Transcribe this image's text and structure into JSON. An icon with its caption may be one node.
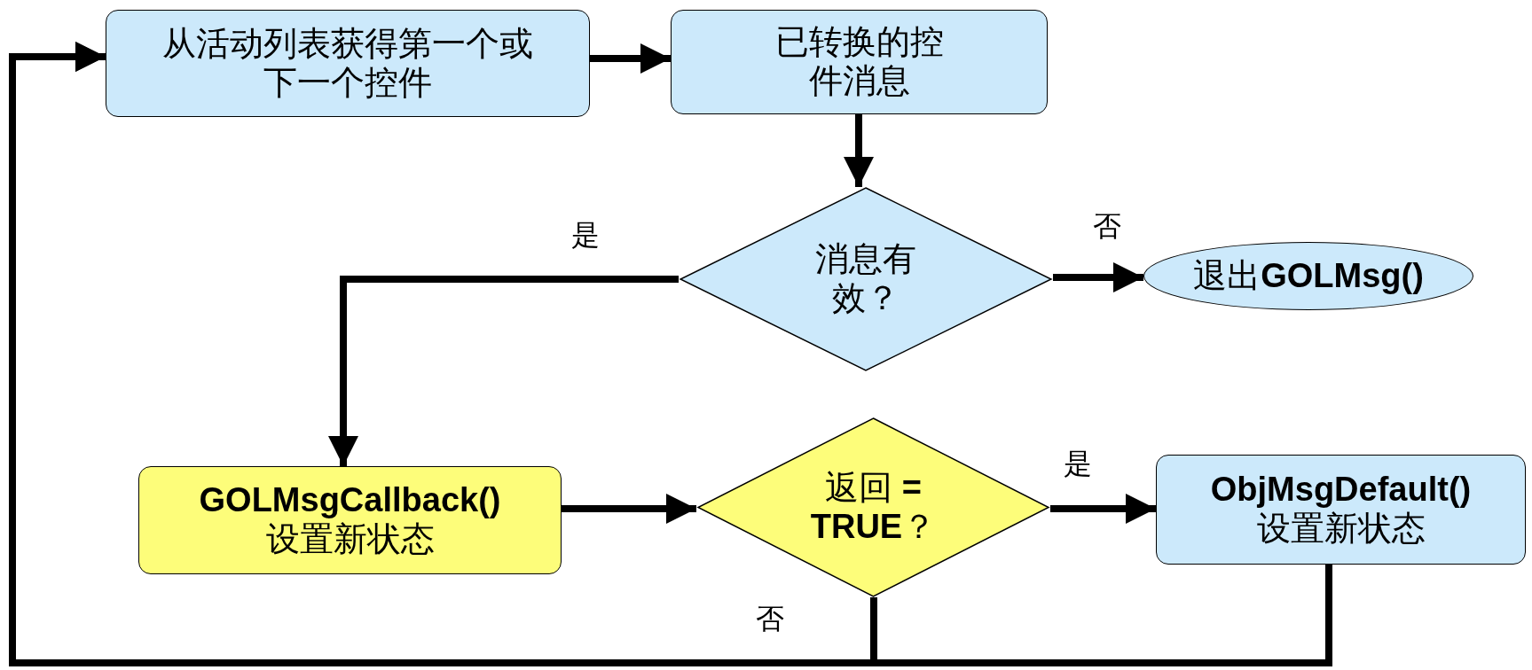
{
  "diagram": {
    "nodes": [
      {
        "text": [
          "从活动列表获得第一个或下一个控件"
        ]
      },
      {
        "text": [
          "已转换的控件消息"
        ]
      },
      {
        "text": [
          "消息有效？"
        ]
      },
      {
        "text": [
          "退出**GOLMsg()**"
        ]
      },
      {
        "text": [
          "GOLMsgCallback()",
          "设置新状态"
        ]
      },
      {
        "text": [
          "返回 **= TRUE**？"
        ]
      },
      {
        "text": [
          "ObjMsgDefault()",
          "设置新状态"
        ]
      }
    ],
    "edges": [
      {
        "from": 0,
        "to": 1,
        "arrow": "to"
      },
      {
        "from": 1,
        "to": 2,
        "arrow": "to"
      },
      {
        "from": 2,
        "to": 3,
        "arrow": "to",
        "label": "否"
      },
      {
        "from": 2,
        "to": 4,
        "arrow": "to",
        "label": "是"
      },
      {
        "from": 4,
        "to": 5,
        "arrow": "to"
      },
      {
        "from": 5,
        "to": 6,
        "arrow": "to",
        "label": "是"
      },
      {
        "from": 5,
        "to": 0,
        "arrow": "to",
        "label": "否"
      },
      {
        "from": 6,
        "to": 0,
        "arrow": "to"
      }
    ]
  }
}
